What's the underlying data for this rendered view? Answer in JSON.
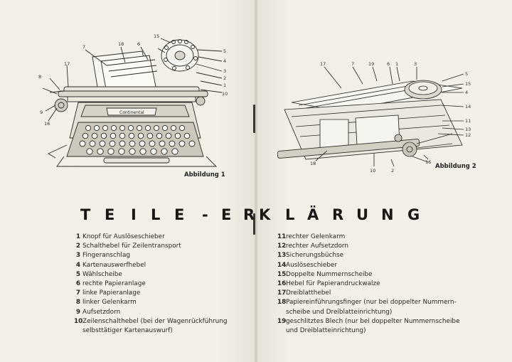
{
  "figure1": {
    "caption": "Abbildung 1",
    "brand": "Continental",
    "callouts": [
      "15",
      "7",
      "18",
      "6",
      "5",
      "4",
      "3",
      "2",
      "1",
      "10",
      "8",
      "17",
      "9",
      "16"
    ]
  },
  "figure2": {
    "caption": "Abbildung 2",
    "callouts": [
      "17",
      "7",
      "19",
      "6",
      "1",
      "3",
      "5",
      "15",
      "4",
      "14",
      "11",
      "13",
      "12",
      "16",
      "2",
      "10",
      "18"
    ]
  },
  "heading_letters": [
    "T",
    "E",
    "I",
    "L",
    "E",
    "-",
    "E",
    "R",
    "K",
    "L",
    "Ä",
    "R",
    "U",
    "N",
    "G"
  ],
  "parts_left": [
    {
      "n": "1",
      "text": "Knopf für Auslöseschieber"
    },
    {
      "n": "2",
      "text": "Schalthebel für Zeilentransport"
    },
    {
      "n": "3",
      "text": "Fingeranschlag"
    },
    {
      "n": "4",
      "text": "Kartenauswerfhebel"
    },
    {
      "n": "5",
      "text": "Wählscheibe"
    },
    {
      "n": "6",
      "text": "rechte Papieranlage"
    },
    {
      "n": "7",
      "text": "linke Papieranlage"
    },
    {
      "n": "8",
      "text": "linker Gelenkarm"
    },
    {
      "n": "9",
      "text": "Aufsetzdorn"
    },
    {
      "n": "10",
      "text": "Zeilenschalthebel (bei der Wagenrückführung",
      "text2": "selbsttätiger Kartenauswurf)"
    }
  ],
  "parts_right": [
    {
      "n": "11",
      "text": "rechter Gelenkarm"
    },
    {
      "n": "12",
      "text": "rechter Aufsetzdorn"
    },
    {
      "n": "13",
      "text": "Sicherungsbüchse"
    },
    {
      "n": "14",
      "text": "Auslöseschieber"
    },
    {
      "n": "15",
      "text": "Doppelte Nummernscheibe"
    },
    {
      "n": "16",
      "text": "Hebel für Papierandruckwalze"
    },
    {
      "n": "17",
      "text": "Dreiblatthebel"
    },
    {
      "n": "18",
      "text": "Papiereinführungsfinger (nur bei doppelter Nummern-",
      "text2": "scheibe und Dreiblatteinrichtung)"
    },
    {
      "n": "19",
      "text": "geschlitztes Blech (nur bei doppelter Nummernscheibe",
      "text2": "und Dreiblatteinrichtung)"
    }
  ]
}
